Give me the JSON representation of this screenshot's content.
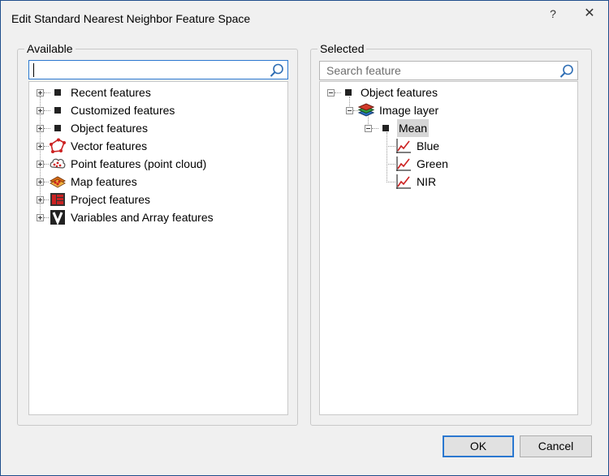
{
  "window": {
    "title": "Edit Standard Nearest Neighbor Feature Space",
    "help_glyph": "?",
    "close_glyph": "✕"
  },
  "available": {
    "label": "Available",
    "search": {
      "value": "",
      "placeholder": ""
    },
    "items": [
      {
        "label": "Recent features",
        "icon": "square-bullet-icon"
      },
      {
        "label": "Customized features",
        "icon": "square-bullet-icon"
      },
      {
        "label": "Object features",
        "icon": "square-bullet-icon"
      },
      {
        "label": "Vector features",
        "icon": "vector-polygon-icon"
      },
      {
        "label": "Point features (point cloud)",
        "icon": "point-cloud-icon"
      },
      {
        "label": "Map features",
        "icon": "map-features-icon"
      },
      {
        "label": "Project features",
        "icon": "project-features-icon"
      },
      {
        "label": "Variables and Array features",
        "icon": "variables-v-icon"
      }
    ]
  },
  "selected": {
    "label": "Selected",
    "search": {
      "value": "",
      "placeholder": "Search feature"
    },
    "tree": {
      "root": "Object features",
      "layer": "Image layer",
      "group": "Mean",
      "leaves": [
        "Blue",
        "Green",
        "NIR"
      ]
    }
  },
  "buttons": {
    "ok": "OK",
    "cancel": "Cancel"
  },
  "colors": {
    "accent": "#2b78d0",
    "selection": "#d6d6d6",
    "vector_red": "#cc2222"
  }
}
